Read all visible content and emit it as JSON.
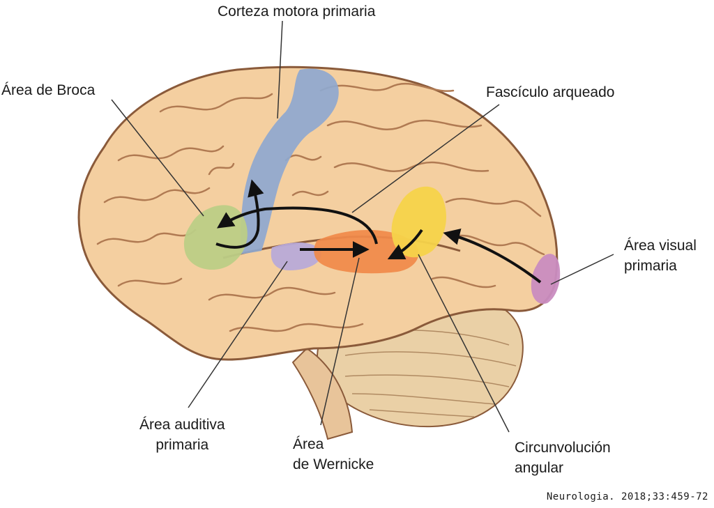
{
  "labels": {
    "motor_cortex": "Corteza motora primaria",
    "broca": "Área de Broca",
    "arcuate": "Fascículo arqueado",
    "visual_line1": "Área visual",
    "visual_line2": "primaria",
    "auditory_line1": "Área auditiva",
    "auditory_line2": "primaria",
    "wernicke_line1": "Área",
    "wernicke_line2": "de Wernicke",
    "angular_line1": "Circunvolución",
    "angular_line2": "angular"
  },
  "citation": "Neurologia. 2018;33:459-72",
  "colors": {
    "brain": "#f4cfa0",
    "brain_outline": "#8a5a3a",
    "gyri_line": "#b07a52",
    "motor": "#8ea8cf",
    "broca": "#bccd86",
    "wernicke": "#f08a4a",
    "angular": "#f6d34a",
    "visual": "#c98cc0",
    "auditory": "#b8aad8",
    "cerebellum": "#ead0a6",
    "arrow": "#111111",
    "leader": "#333333"
  }
}
